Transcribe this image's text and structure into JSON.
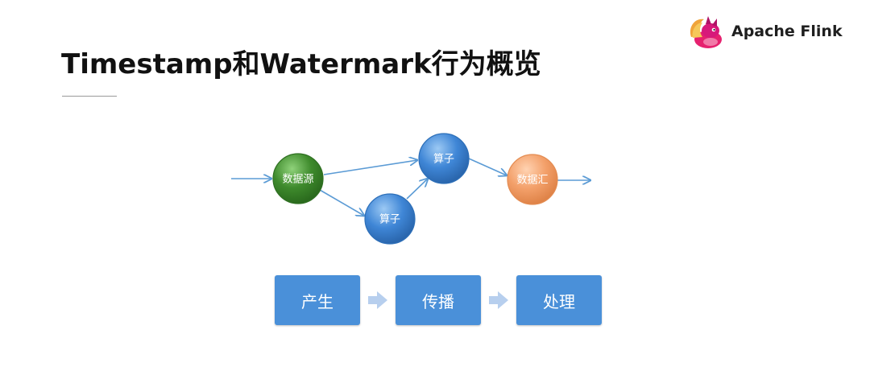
{
  "slide": {
    "title": "Timestamp和Watermark行为概览"
  },
  "brand": {
    "name": "Apache Flink",
    "logo_icon": "flink-squirrel-icon"
  },
  "diagram": {
    "nodes": {
      "source": {
        "label": "数据源",
        "color": "#3e8a2c"
      },
      "operator_top": {
        "label": "算子",
        "color": "#3f86d6"
      },
      "operator_bottom": {
        "label": "算子",
        "color": "#3f86d6"
      },
      "sink": {
        "label": "数据汇",
        "color": "#f3a06a"
      }
    },
    "edge_color": "#5b9bd5"
  },
  "steps": [
    {
      "label": "产生"
    },
    {
      "label": "传播"
    },
    {
      "label": "处理"
    }
  ],
  "colors": {
    "step_box": "#4a90d9",
    "step_arrow": "#b7cfee"
  }
}
